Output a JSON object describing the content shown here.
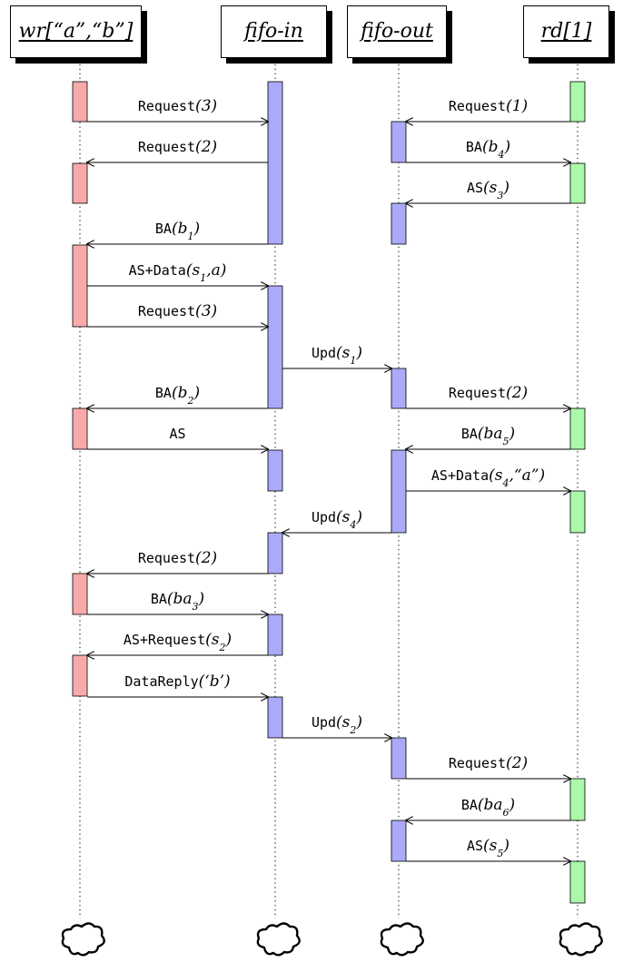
{
  "participants": [
    {
      "id": "wr",
      "label": "wr[“a”,“b”]",
      "color": "#f8aaaa"
    },
    {
      "id": "fifo-in",
      "label": "fifo-in",
      "color": "#aaaaf8"
    },
    {
      "id": "fifo-out",
      "label": "fifo-out",
      "color": "#aaaaf8"
    },
    {
      "id": "rd",
      "label": "rd[1]",
      "color": "#aaf8aa"
    }
  ],
  "messages": [
    {
      "from": "wr",
      "to": "fifo-in",
      "label": "Request(3)"
    },
    {
      "from": "rd",
      "to": "fifo-out",
      "label": "Request(1)"
    },
    {
      "from": "fifo-in",
      "to": "wr",
      "label": "Request(2)"
    },
    {
      "from": "fifo-out",
      "to": "rd",
      "label": "BA(b4)"
    },
    {
      "from": "rd",
      "to": "fifo-out",
      "label": "AS(s3)"
    },
    {
      "from": "fifo-in",
      "to": "wr",
      "label": "BA(b1)"
    },
    {
      "from": "wr",
      "to": "fifo-in",
      "label": "AS+Data(s1,a)"
    },
    {
      "from": "wr",
      "to": "fifo-in",
      "label": "Request(3)"
    },
    {
      "from": "fifo-in",
      "to": "fifo-out",
      "label": "Upd(s1)"
    },
    {
      "from": "fifo-in",
      "to": "wr",
      "label": "BA(b2)"
    },
    {
      "from": "fifo-out",
      "to": "rd",
      "label": "Request(2)"
    },
    {
      "from": "wr",
      "to": "fifo-in",
      "label": "AS"
    },
    {
      "from": "rd",
      "to": "fifo-out",
      "label": "BA(ba5)"
    },
    {
      "from": "fifo-out",
      "to": "rd",
      "label": "AS+Data(s4,“a”)"
    },
    {
      "from": "fifo-out",
      "to": "fifo-in",
      "label": "Upd(s4)"
    },
    {
      "from": "fifo-in",
      "to": "wr",
      "label": "Request(2)"
    },
    {
      "from": "wr",
      "to": "fifo-in",
      "label": "BA(ba3)"
    },
    {
      "from": "fifo-in",
      "to": "wr",
      "label": "AS+Request(s2)"
    },
    {
      "from": "wr",
      "to": "fifo-in",
      "label": "DataReply(‘b’)"
    },
    {
      "from": "fifo-in",
      "to": "fifo-out",
      "label": "Upd(s2)"
    },
    {
      "from": "fifo-out",
      "to": "rd",
      "label": "Request(2)"
    },
    {
      "from": "rd",
      "to": "fifo-out",
      "label": "BA(ba6)"
    },
    {
      "from": "fifo-out",
      "to": "rd",
      "label": "AS(s5)"
    }
  ]
}
